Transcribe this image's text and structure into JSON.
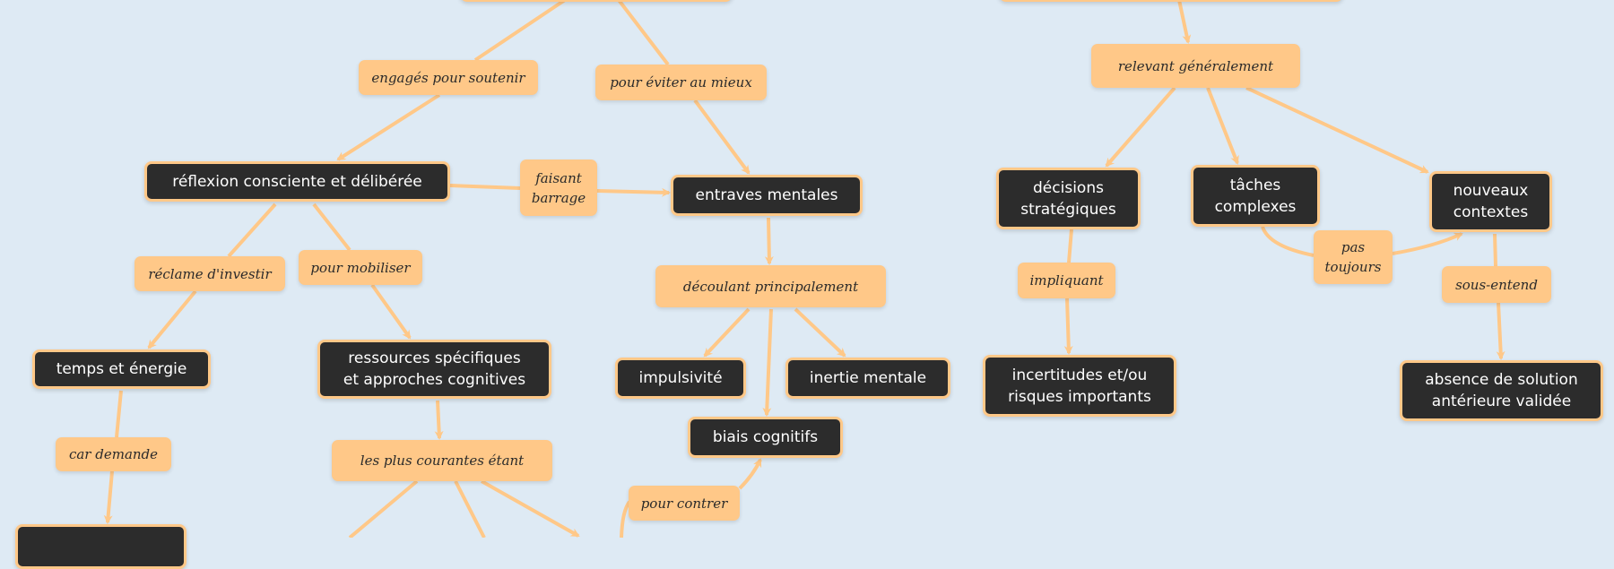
{
  "colors": {
    "background": "#deeaf4",
    "node": "#2c2c2c",
    "accent": "#ffc888",
    "link": "#ffc888"
  },
  "nodes": {
    "reflexion": "réflexion consciente et délibérée",
    "entraves": "entraves mentales",
    "temps": "temps et énergie",
    "ressources": "ressources spécifiques\net approches cognitives",
    "impulsivite": "impulsivité",
    "inertie": "inertie mentale",
    "biais": "biais cognitifs",
    "decisions": "décisions\nstratégiques",
    "taches": "tâches\ncomplexes",
    "nouveaux": "nouveaux\ncontextes",
    "incertitudes": "incertitudes et/ou\nrisques importants",
    "absence": "absence de solution\nantérieure validée"
  },
  "links": {
    "engages": "engagés pour soutenir",
    "eviter": "pour éviter au mieux",
    "faisant": "faisant\nbarrage",
    "reclame": "réclame d'investir",
    "mobiliser": "pour mobiliser",
    "car": "car demande",
    "courantes": "les plus courantes étant",
    "decoulant": "découlant principalement",
    "contrer": "pour contrer",
    "relevant": "relevant généralement",
    "impliquant": "impliquant",
    "pas": "pas\ntoujours",
    "sous": "sous-entend"
  }
}
